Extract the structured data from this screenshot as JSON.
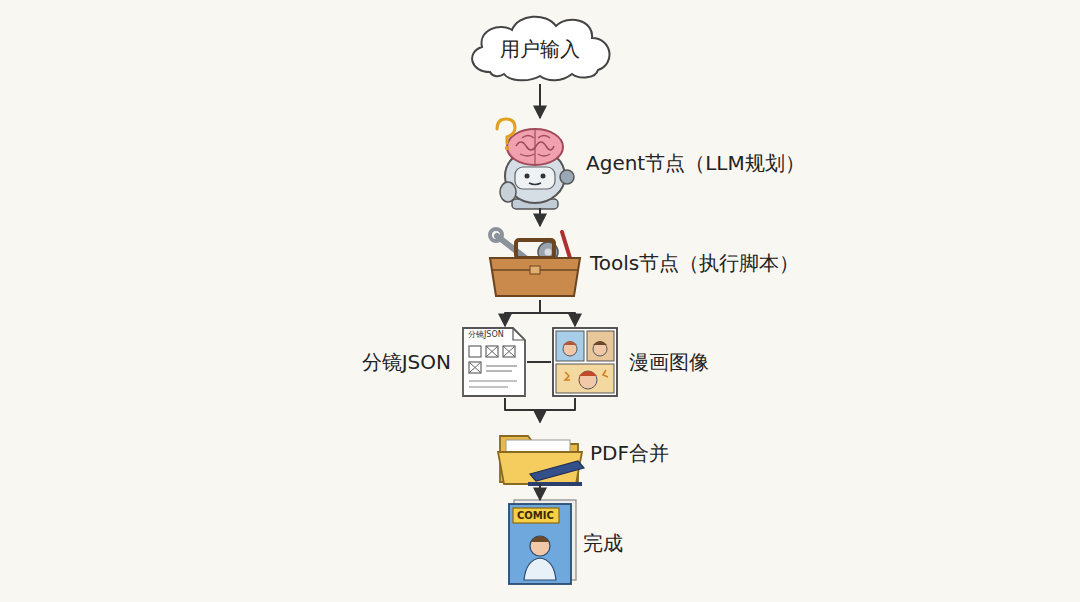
{
  "diagram": {
    "nodes": [
      {
        "text": [
          "用户输入"
        ]
      },
      {
        "text": [
          "Agent节点（LLM规划）"
        ]
      },
      {
        "text": [
          "Tools节点（执行脚本）"
        ]
      },
      {
        "text": [
          "分镜JSON"
        ]
      },
      {
        "text": [
          "漫画图像"
        ]
      },
      {
        "text": [
          "PDF合并"
        ]
      },
      {
        "text": [
          "完成"
        ]
      }
    ],
    "edges": [
      {
        "from": 0,
        "to": 1,
        "arrow": "to"
      },
      {
        "from": 1,
        "to": 2,
        "arrow": "to"
      },
      {
        "from": 2,
        "to": 3,
        "arrow": "to"
      },
      {
        "from": 2,
        "to": 4,
        "arrow": "to"
      },
      {
        "from": 3,
        "to": 4,
        "arrow": "none"
      },
      {
        "from": 3,
        "to": 5,
        "arrow": "to"
      },
      {
        "from": 4,
        "to": 5,
        "arrow": "to"
      },
      {
        "from": 5,
        "to": 6,
        "arrow": "to"
      }
    ],
    "labels": [
      "分镜JSON",
      "COMIC"
    ]
  }
}
